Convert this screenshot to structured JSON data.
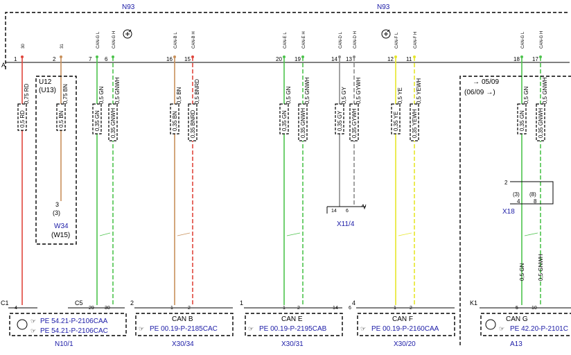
{
  "colors": {
    "rd": "#e0463c",
    "bn": "#c8905a",
    "gn": "#4cc34c",
    "gy": "#8a8a8a",
    "ye": "#e6e62a",
    "blue": "#1a1aa6"
  },
  "top": {
    "title_left": "N93",
    "title_right": "N93",
    "row_letter": "A",
    "ground_symbol": "ground-icon"
  },
  "wires": [
    {
      "id": "w30",
      "pin_small": "30",
      "pin": "1",
      "spec": "0,75 RD",
      "spec2": "0,5 RD",
      "color": "rd"
    },
    {
      "id": "w31",
      "pin_small": "31",
      "pin": "2",
      "spec": "0,75 BN",
      "spec2": "0,5 BN",
      "color": "bn"
    },
    {
      "id": "wcangl",
      "pin_small": "CAN-G L",
      "pin": "7",
      "spec": "0,5 GN",
      "spec2": "0,35 GN",
      "color": "gn",
      "bottom_pin": "29"
    },
    {
      "id": "wcangh",
      "pin_small": "CAN-G H",
      "pin": "6",
      "spec": "0,5 GNWH",
      "spec2": "0,35 GNWH",
      "color": "gn",
      "bottom_pin": "30"
    },
    {
      "id": "wcanbl",
      "pin_small": "CAN-B L",
      "pin": "16",
      "spec": "0,5 BN",
      "spec2": "0,35 BN",
      "color": "bn",
      "bottom_pin": "1"
    },
    {
      "id": "wcanbh",
      "pin_small": "CAN-B H",
      "pin": "15",
      "spec": "0,5 BNRD",
      "spec2": "0,35 BNRD",
      "color": "rd",
      "bottom_pin": "2"
    },
    {
      "id": "wcanel",
      "pin_small": "CAN-E L",
      "pin": "20",
      "spec": "0,5 GN",
      "spec2": "0,35 GN",
      "color": "gn",
      "bottom_pin": "1"
    },
    {
      "id": "wcaneh",
      "pin_small": "CAN-E H",
      "pin": "19",
      "spec": "0,5 GNWH",
      "spec2": "0,35 GNWH",
      "color": "gn",
      "bottom_pin": "2"
    },
    {
      "id": "wcandl",
      "pin_small": "CAN-D L",
      "pin": "14",
      "spec": "0,5 GY",
      "spec2": "0,35 GY",
      "color": "gy",
      "bottom_pin": "14"
    },
    {
      "id": "wcandh",
      "pin_small": "CAN-D H",
      "pin": "13",
      "spec": "0,5 GYWH",
      "spec2": "0,35 GYWH",
      "color": "gy",
      "bottom_pin": "6"
    },
    {
      "id": "wcanfl",
      "pin_small": "CAN-F L",
      "pin": "12",
      "spec": "0,5 YE",
      "spec2": "0,35 YE",
      "color": "ye",
      "bottom_pin": "1"
    },
    {
      "id": "wcanfh",
      "pin_small": "CAN-F H",
      "pin": "11",
      "spec": "0,5 YEWH",
      "spec2": "0,35 YEWH",
      "color": "ye",
      "bottom_pin": "2"
    },
    {
      "id": "wcangl2",
      "pin_small": "CAN-G L",
      "pin": "18",
      "spec": "0,5 GN",
      "spec2": "0,35 GN",
      "color": "gn",
      "bottom_pin": "5",
      "spec3": "0,5 GN"
    },
    {
      "id": "wcangh2",
      "pin_small": "CAN-G H",
      "pin": "17",
      "spec": "0,5 GNWH",
      "spec2": "0,35 GNWH",
      "color": "gn",
      "bottom_pin": "10",
      "spec3": "0,5 GNWH"
    }
  ],
  "u12": {
    "line1": "U12",
    "line2": "(U13)",
    "pin": "3",
    "pin2": "(3)",
    "ref": "W34",
    "ref2": "(W15)"
  },
  "x11": {
    "pin_a": "14",
    "pin_b": "6",
    "ref": "X11/4"
  },
  "x18": {
    "pin_top": "2",
    "pin_a": "(3)",
    "pin_b": "(8)",
    "pin_c": "4",
    "pin_d": "8",
    "ref": "X18"
  },
  "date": {
    "line1": "05/09",
    "line2": "(06/09",
    "arrow": "→",
    "arrow2": "→)"
  },
  "components": [
    {
      "id": "n101",
      "ref": "N10/1",
      "c_label": "C1",
      "c_label2": "C5",
      "pin_a": "4",
      "pe1": "PE 54.21-P-2106CAA",
      "pe2": "PE 54.21-P-2106CAC"
    },
    {
      "id": "x3034",
      "ref": "X30/34",
      "num": "2",
      "can": "CAN B",
      "pe": "PE 00.19-P-2185CAC"
    },
    {
      "id": "x3031",
      "ref": "X30/31",
      "num": "1",
      "can": "CAN E",
      "pe": "PE 00.19-P-2195CAB"
    },
    {
      "id": "x3020",
      "ref": "X30/20",
      "num": "4",
      "can": "CAN F",
      "pe": "PE 00.19-P-2160CAA"
    },
    {
      "id": "a13",
      "ref": "A13",
      "num": "K1",
      "can": "CAN G",
      "pe": "PE 42.20-P-2101C"
    }
  ]
}
